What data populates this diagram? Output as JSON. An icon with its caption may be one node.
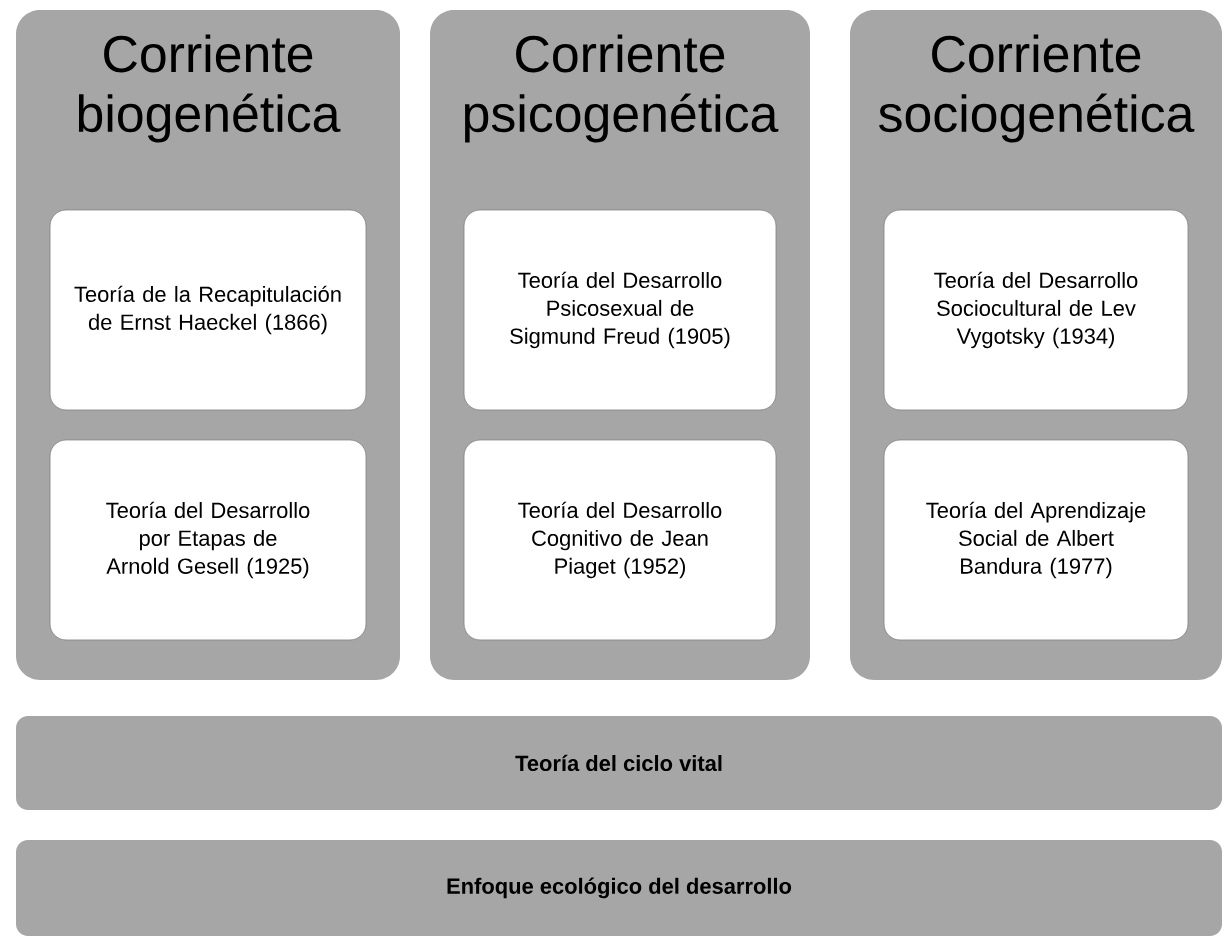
{
  "diagram": {
    "nodes": [
      {
        "text": [
          "Corriente biogenética"
        ]
      },
      {
        "text": [
          "Teoría de la Recapitulación de Ernst Haeckel (1866)"
        ],
        "in": 0
      },
      {
        "text": [
          "Teoría del Desarrollo por Etapas de Arnold Gesell (1925)"
        ],
        "in": 0
      },
      {
        "text": [
          "Corriente psicogenética"
        ]
      },
      {
        "text": [
          "Teoría del Desarrollo Psicosexual de Sigmund Freud (1905)"
        ],
        "in": 3
      },
      {
        "text": [
          "Teoría del Desarrollo Cognitivo de Jean Piaget (1952)"
        ],
        "in": 3
      },
      {
        "text": [
          "Corriente sociogenética"
        ]
      },
      {
        "text": [
          "Teoría del Desarrollo Sociocultural de Lev Vygotsky (1934)"
        ],
        "in": 6
      },
      {
        "text": [
          "Teoría del Aprendizaje Social de Albert Bandura (1977)"
        ],
        "in": 6
      },
      {
        "text": [
          "Teoría del ciclo vital"
        ]
      },
      {
        "text": [
          "Enfoque ecológico del desarrollo"
        ]
      }
    ]
  }
}
